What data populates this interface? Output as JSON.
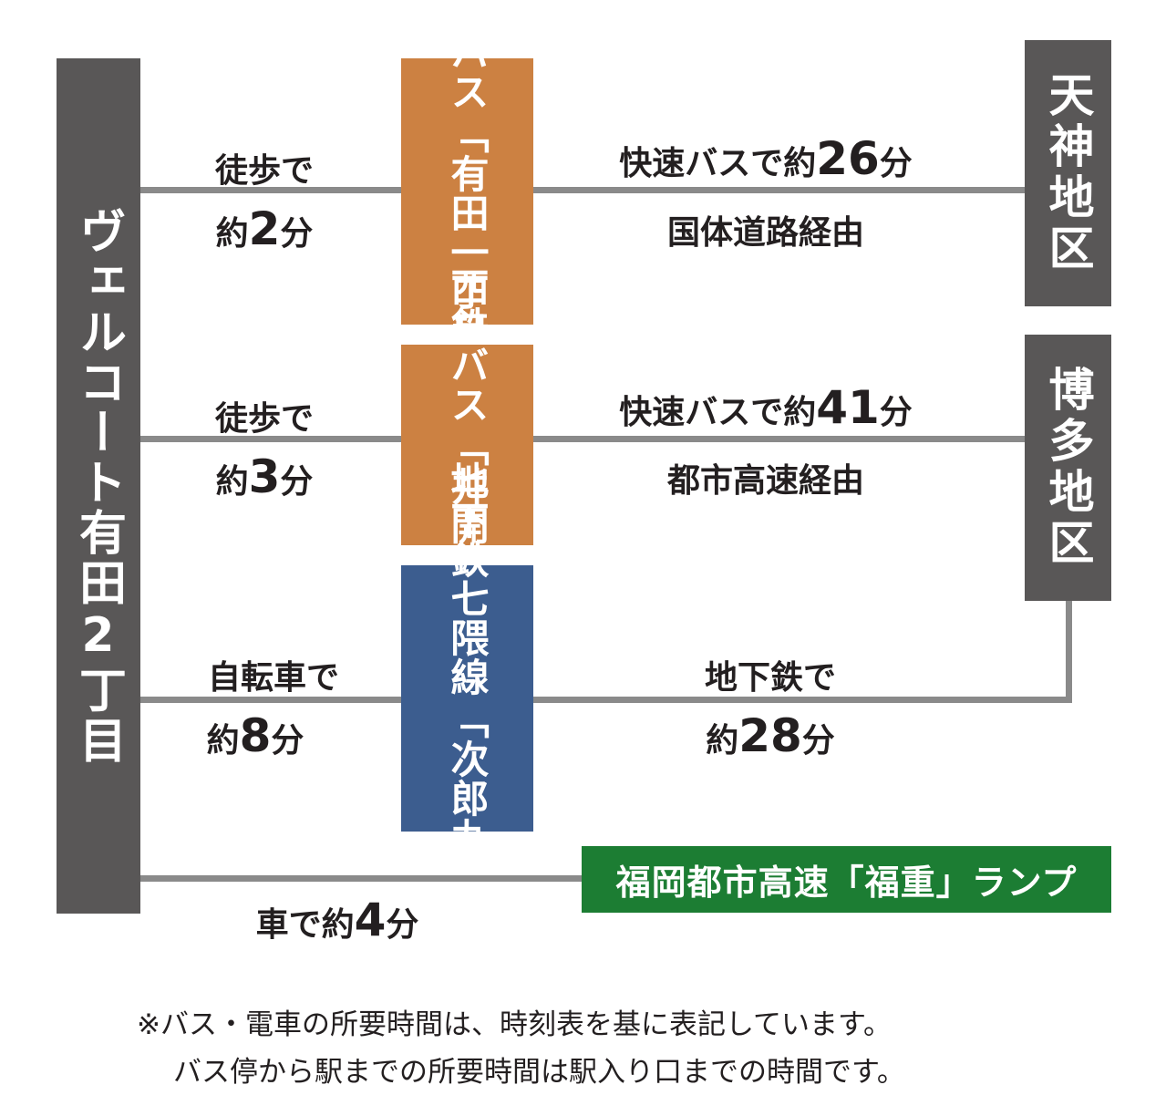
{
  "origin": {
    "label": "ヴェルコート有田2丁目"
  },
  "stops": {
    "arita": {
      "line1": "西鉄バス",
      "line2": "「有田一丁目」停"
    },
    "ikai": {
      "line1": "西鉄バス",
      "line2": "「井開」停"
    },
    "jirou": {
      "line1": "地下鉄七隈線",
      "line2": "「次郎丸」駅"
    }
  },
  "destinations": {
    "tenjin": "天神地区",
    "hakata": "博多地区",
    "ramp": "福岡都市高速「福重」ランプ"
  },
  "routes": {
    "r1": {
      "left_top": "徒歩で",
      "left_pre": "約",
      "left_num": "2",
      "left_unit": "分",
      "right_pre": "快速バスで約",
      "right_num": "26",
      "right_unit": "分",
      "right_via": "国体道路経由"
    },
    "r2": {
      "left_top": "徒歩で",
      "left_pre": "約",
      "left_num": "3",
      "left_unit": "分",
      "right_pre": "快速バスで約",
      "right_num": "41",
      "right_unit": "分",
      "right_via": "都市高速経由"
    },
    "r3": {
      "left_top": "自転車で",
      "left_pre": "約",
      "left_num": "8",
      "left_unit": "分",
      "right_top": "地下鉄で",
      "right_pre": "約",
      "right_num": "28",
      "right_unit": "分"
    },
    "r4": {
      "pre": "車で約",
      "num": "4",
      "unit": "分"
    }
  },
  "notes": {
    "line1": "※バス・電車の所要時間は、時刻表を基に表記しています。",
    "line2": "バス停から駅までの所要時間は駅入り口までの時間です。"
  },
  "colors": {
    "gray": "#595757",
    "orange": "#cc8142",
    "blue": "#3c5d8f",
    "green": "#1c7d33",
    "line": "#8a8a8a"
  }
}
